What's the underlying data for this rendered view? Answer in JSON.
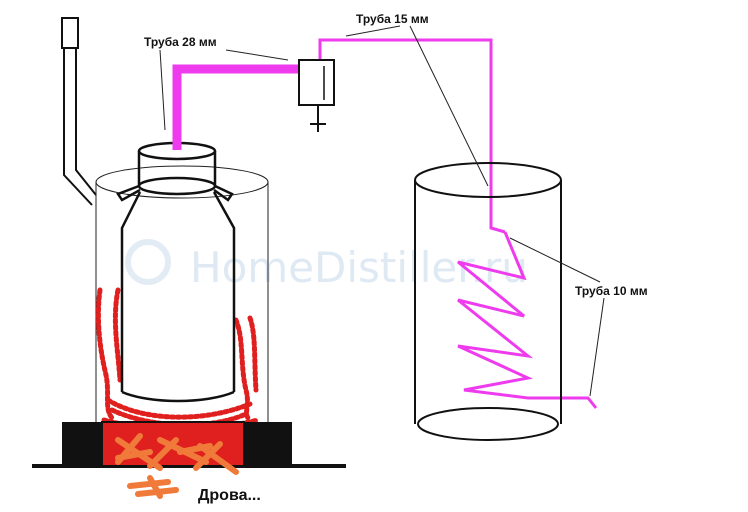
{
  "labels": {
    "pipe_28": "Труба 28 мм",
    "pipe_15": "Труба 15 мм",
    "pipe_10": "Труба 10 мм",
    "firewood": "Дрова..."
  },
  "watermark": "HomeDistiller.ru",
  "colors": {
    "pipe": "#ee3bee",
    "fire": "#e0201e",
    "wood": "#f07a3a",
    "base": "#111111",
    "watermark": "#dfe9f3"
  }
}
